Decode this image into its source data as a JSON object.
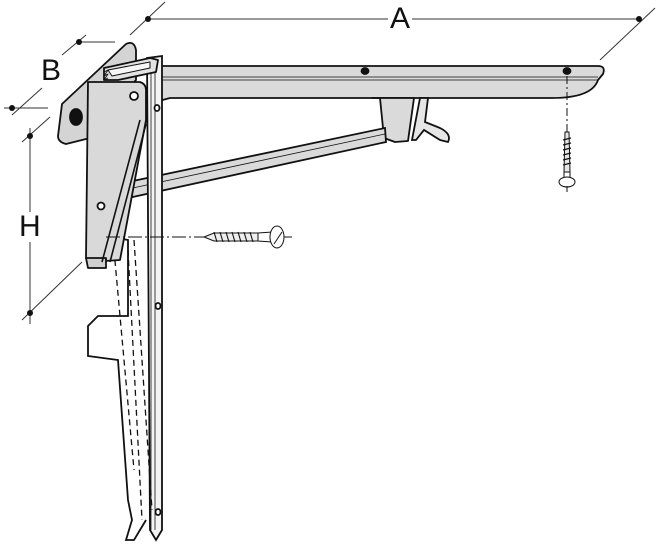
{
  "diagram": {
    "subject": "Folding shelf bracket with mounting screws",
    "dimensions": {
      "a": "A",
      "b": "B",
      "h": "H"
    },
    "colors": {
      "metal_fill": "#d9d9d9",
      "metal_fill_light": "#e6e6e6",
      "outline": "#111111",
      "dimension_line": "#333333",
      "background": "#ffffff"
    },
    "parts": [
      "wall-plate",
      "horizontal-arm",
      "diagonal-strut",
      "vertical-leg",
      "release-lever",
      "vertical-screw",
      "horizontal-screw"
    ]
  }
}
